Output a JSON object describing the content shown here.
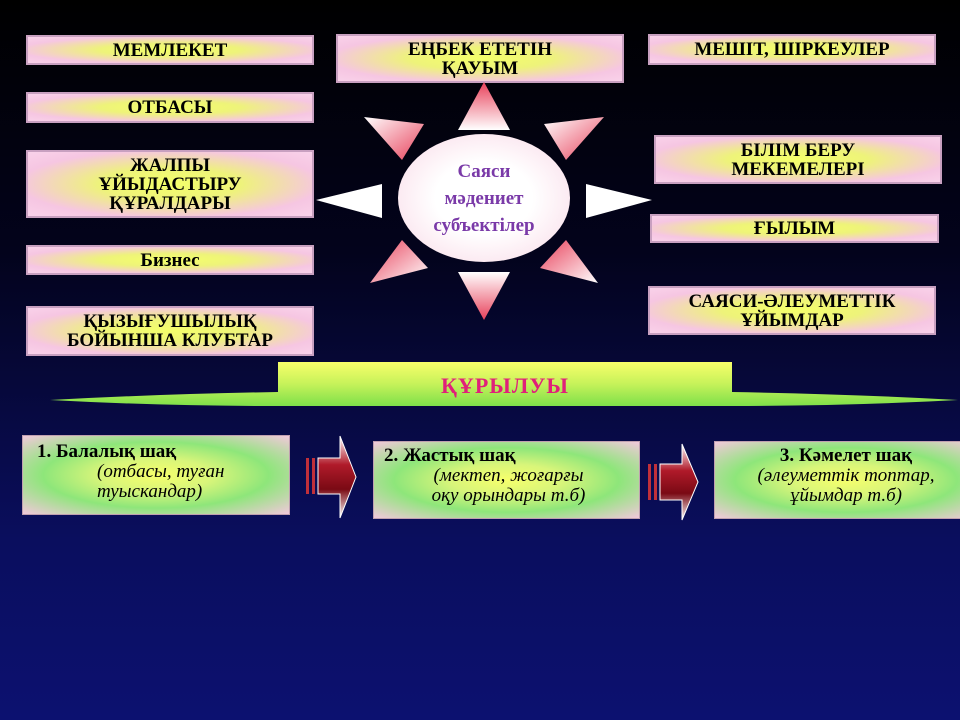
{
  "left_boxes": [
    {
      "label": "МЕМЛЕКЕТ"
    },
    {
      "label": "ОТБАСЫ"
    },
    {
      "label": "ЖАЛПЫ\nҰЙЫДАСТЫРУ\nҚҰРАЛДАРЫ"
    },
    {
      "label": "Бизнес"
    },
    {
      "label": "ҚЫЗЫҒУШЫЛЫҚ\nБОЙЫНША КЛУБТАР"
    }
  ],
  "top_box": {
    "label": "ЕҢБЕК ЕТЕТІН\nҚАУЫМ"
  },
  "right_boxes": [
    {
      "label": "МЕШІТ, ШІРКЕУЛЕР"
    },
    {
      "label": "БІЛІМ БЕРУ\nМЕКЕМЕЛЕРІ"
    },
    {
      "label": "ҒЫЛЫМ"
    },
    {
      "label": "САЯСИ-ӘЛЕУМЕТТІК\nҰЙЫМДАР"
    }
  ],
  "center": {
    "label": "Саяси\nмәдениет\nсубъектілер"
  },
  "structure_banner": {
    "label": "ҚҰРЫЛУЫ"
  },
  "stages": [
    {
      "title": "1. Балалық шақ",
      "detail": "(отбасы, туған\nтуыскандар)"
    },
    {
      "title": "2. Жастық шақ",
      "detail": "(мектеп, жоғарғы\nоқу орындары т.б)"
    },
    {
      "title": "3. Кәмелет шақ",
      "detail": "(әлеуметтік топтар,\nұйымдар т.б)"
    }
  ],
  "colors": {
    "accent_text": "#e0207a",
    "center_text": "#7a3aa8",
    "arrow": "#a01020"
  }
}
